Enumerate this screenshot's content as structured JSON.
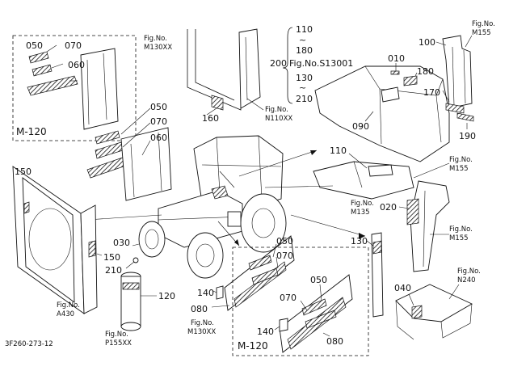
{
  "figure_id": "3F260-273-12",
  "callouts": {
    "c050a": "050",
    "c070a": "070",
    "c060a": "060",
    "c050b": "050",
    "c070b": "070",
    "c060b": "060",
    "c160": "160",
    "c110s": "110",
    "c180s": "180",
    "c200": "200",
    "c130s": "130",
    "c210s": "210",
    "c010": "010",
    "c180b": "180",
    "c100": "100",
    "c170": "170",
    "c190": "190",
    "c090": "090",
    "c110b": "110",
    "c150a": "150",
    "c150b": "150",
    "c030": "030",
    "c210b": "210",
    "c120": "120",
    "c020": "020",
    "c130b": "130",
    "c050c": "050",
    "c070c": "070",
    "c140a": "140",
    "c080a": "080",
    "c050d": "050",
    "c070d": "070",
    "c140b": "140",
    "c080b": "080",
    "c040": "040"
  },
  "tildes": [
    "~",
    "~"
  ],
  "fig_s13001": "Fig.No.S13001",
  "group_labels": {
    "top_left": "M-120",
    "bottom": "M-120"
  },
  "fig_refs": {
    "m130xx_top": [
      "Fig.No.",
      "M130XX"
    ],
    "n110xx": [
      "Fig.No.",
      "N110XX"
    ],
    "m155_top": [
      "Fig.No.",
      "M155"
    ],
    "m155_mid": [
      "Fig.No.",
      "M155"
    ],
    "m135": [
      "Fig.No.",
      "M135"
    ],
    "m155_low": [
      "Fig.No.",
      "M155"
    ],
    "n240": [
      "Fig.No.",
      "N240"
    ],
    "a430": [
      "Fig.No.",
      "A430"
    ],
    "p155xx": [
      "Fig.No.",
      "P155XX"
    ],
    "m130xx_bot": [
      "Fig.No.",
      "M130XX"
    ]
  }
}
